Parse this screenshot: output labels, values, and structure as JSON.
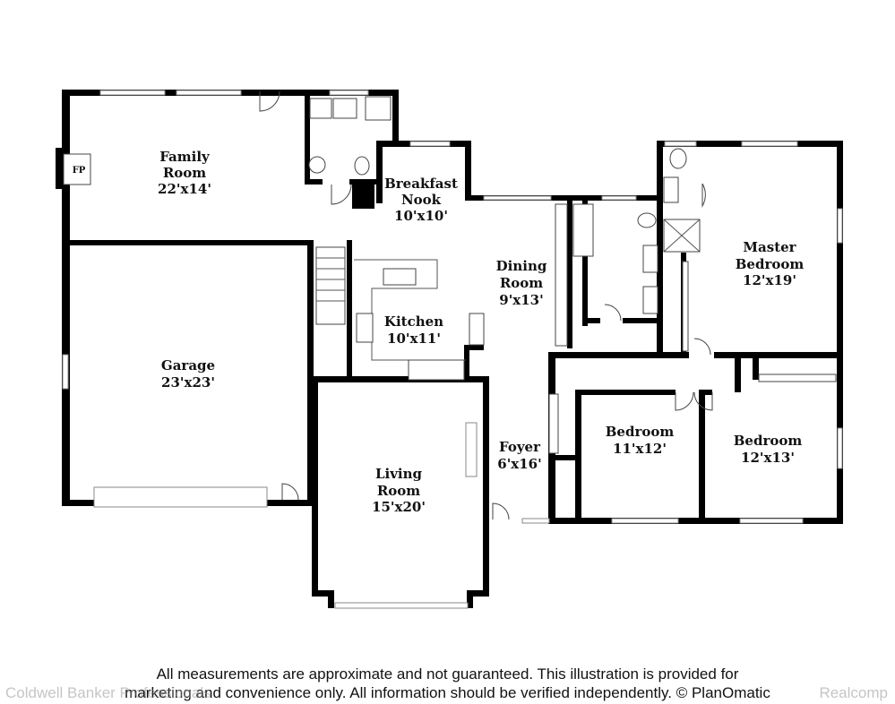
{
  "rooms": {
    "family": {
      "name_line1": "Family",
      "name_line2": "Room",
      "size": "22'x14'"
    },
    "breakfast": {
      "name_line1": "Breakfast",
      "name_line2": "Nook",
      "size": "10'x10'"
    },
    "master": {
      "name_line1": "Master",
      "name_line2": "Bedroom",
      "size": "12'x19'"
    },
    "dining": {
      "name_line1": "Dining",
      "name_line2": "Room",
      "size": "9'x13'"
    },
    "kitchen": {
      "name": "Kitchen",
      "size": "10'x11'"
    },
    "garage": {
      "name": "Garage",
      "size": "23'x23'"
    },
    "living": {
      "name_line1": "Living",
      "name_line2": "Room",
      "size": "15'x20'"
    },
    "foyer": {
      "name": "Foyer",
      "size": "6'x16'"
    },
    "bedroom_middle": {
      "name": "Bedroom",
      "size": "11'x12'"
    },
    "bedroom_right": {
      "name": "Bedroom",
      "size": "12'x13'"
    }
  },
  "fireplace_label": "FP",
  "disclaimer": {
    "line1": "All measurements are approximate and not guaranteed. This illustration is provided for",
    "line2": "marketing and convenience only. All information should be verified independently. © PlanOmatic"
  },
  "watermarks": {
    "left": "Coldwell Banker Professionals",
    "right": "Realcomp"
  }
}
